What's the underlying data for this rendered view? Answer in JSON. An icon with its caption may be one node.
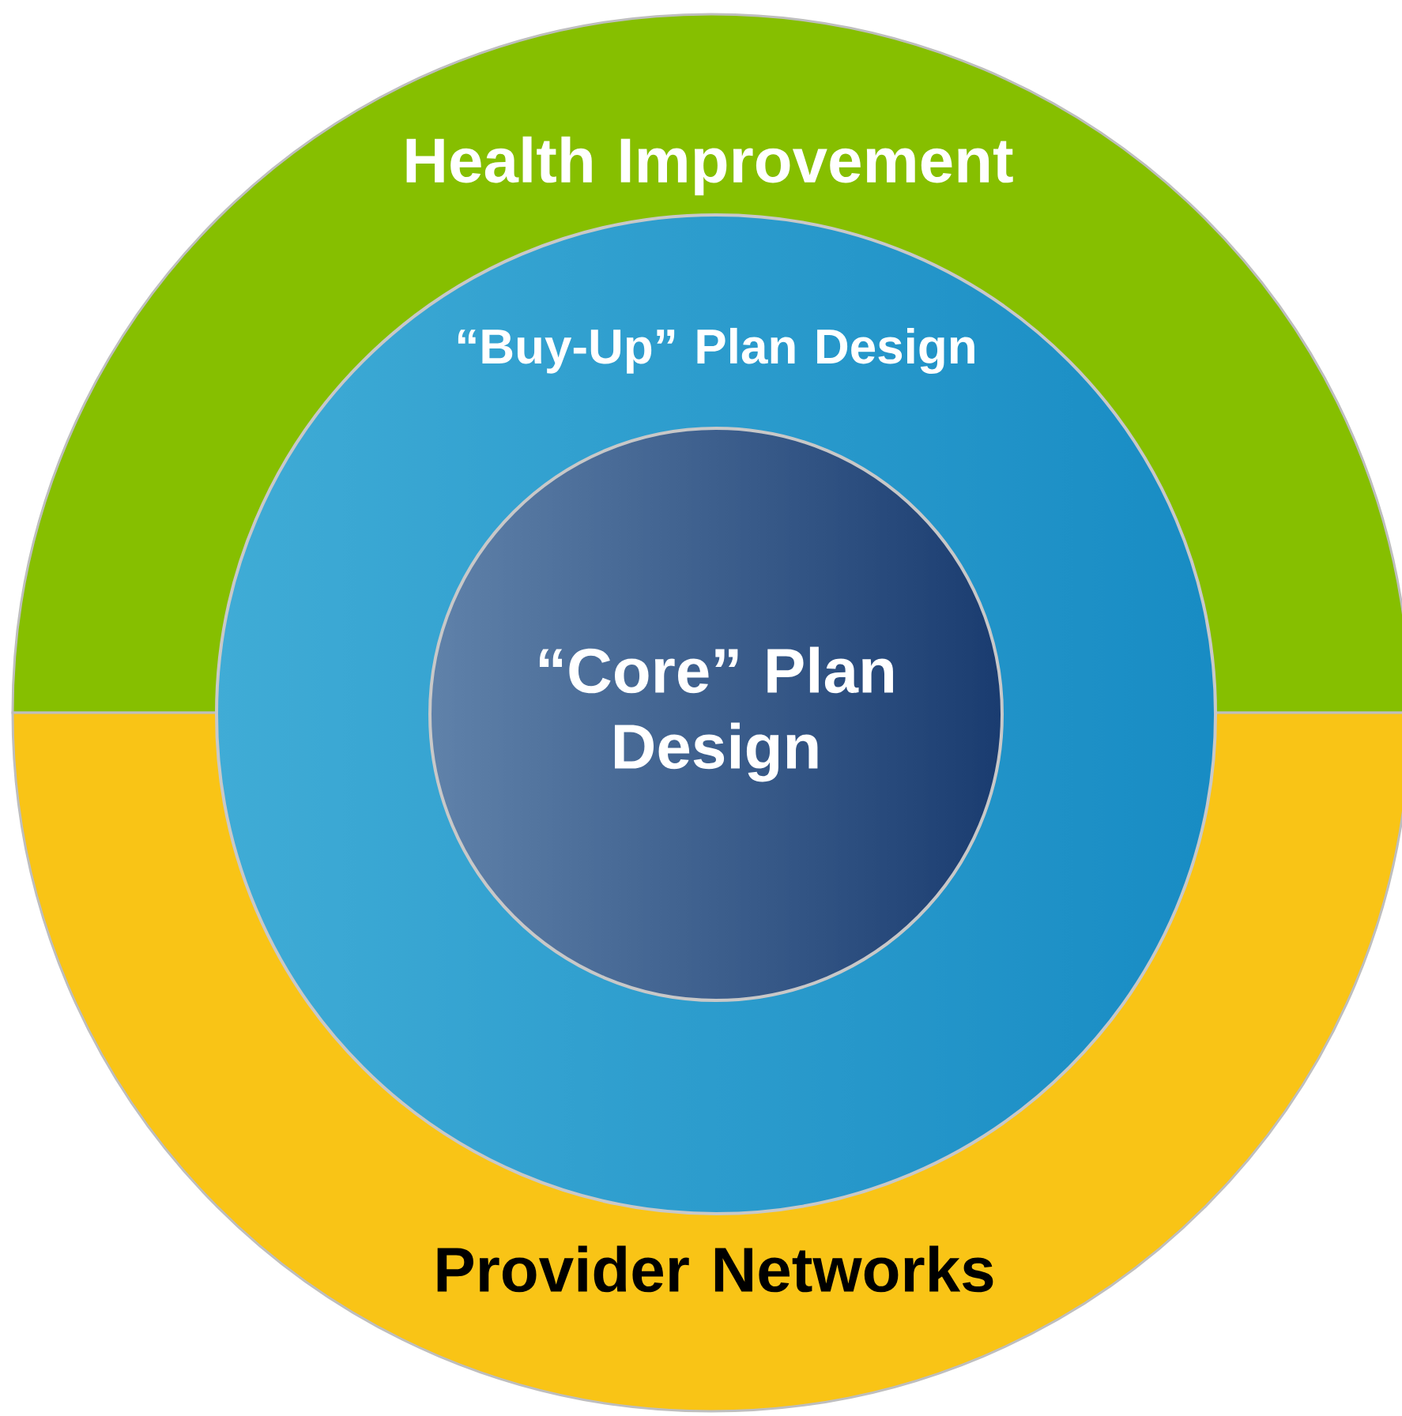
{
  "diagram": {
    "nodes": [
      {
        "text": [
          "Health Improvement"
        ]
      },
      {
        "text": [
          "Provider Networks"
        ]
      },
      {
        "text": [
          "“Buy-Up” Plan Design"
        ]
      },
      {
        "text": [
          "“Core” Plan Design"
        ],
        "in": 2
      }
    ]
  }
}
